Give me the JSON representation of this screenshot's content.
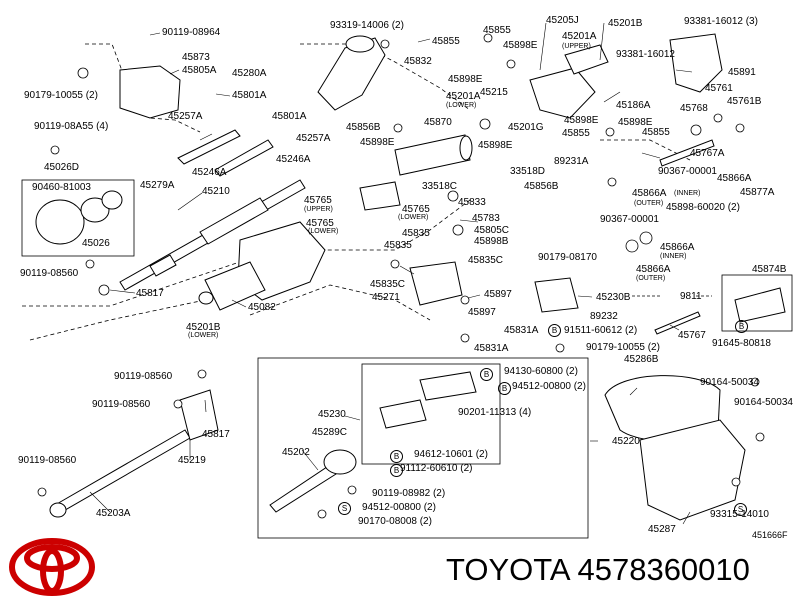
{
  "diagram_code": "451666F",
  "footer": {
    "caption": "TOYOTA 4578360010"
  },
  "logo": {
    "icon": "toyota-emblem-icon",
    "color": "#cc0000"
  },
  "parts": [
    {
      "id": "p-90119-08964",
      "text": "90119-08964"
    },
    {
      "id": "p-45873",
      "text": "45873"
    },
    {
      "id": "p-45805a",
      "text": "45805A"
    },
    {
      "id": "p-45280a",
      "text": "45280A"
    },
    {
      "id": "p-90179-10055-2-top",
      "text": "90179-10055 (2)"
    },
    {
      "id": "p-45801a-1",
      "text": "45801A"
    },
    {
      "id": "p-45801a-2",
      "text": "45801A"
    },
    {
      "id": "p-45257a-1",
      "text": "45257A"
    },
    {
      "id": "p-45257a-2",
      "text": "45257A"
    },
    {
      "id": "p-90119-08a55-4",
      "text": "90119-08A55 (4)"
    },
    {
      "id": "p-45026d",
      "text": "45026D"
    },
    {
      "id": "p-90460-81003",
      "text": "90460-81003"
    },
    {
      "id": "p-45026",
      "text": "45026"
    },
    {
      "id": "p-45246a-1",
      "text": "45246A"
    },
    {
      "id": "p-45246a-2",
      "text": "45246A"
    },
    {
      "id": "p-45279a",
      "text": "45279A"
    },
    {
      "id": "p-45210",
      "text": "45210"
    },
    {
      "id": "p-90119-08560-a",
      "text": "90119-08560"
    },
    {
      "id": "p-45817-1",
      "text": "45817"
    },
    {
      "id": "p-45082",
      "text": "45082"
    },
    {
      "id": "p-45201b-lower",
      "text": "45201B"
    },
    {
      "id": "p-93319-14006-2",
      "text": "93319-14006 (2)"
    },
    {
      "id": "p-45832",
      "text": "45832"
    },
    {
      "id": "p-45855-1",
      "text": "45855"
    },
    {
      "id": "p-45855-2",
      "text": "45855"
    },
    {
      "id": "p-45898e-1",
      "text": "45898E"
    },
    {
      "id": "p-45898e-2",
      "text": "45898E"
    },
    {
      "id": "p-45205j",
      "text": "45205J"
    },
    {
      "id": "p-45201a-upper",
      "text": "45201A"
    },
    {
      "id": "p-45201b-upper",
      "text": "45201B"
    },
    {
      "id": "p-93381-16012-3",
      "text": "93381-16012 (3)"
    },
    {
      "id": "p-93381-16012",
      "text": "93381-16012"
    },
    {
      "id": "p-45201a-lower",
      "text": "45201A"
    },
    {
      "id": "p-45215",
      "text": "45215"
    },
    {
      "id": "p-45201g",
      "text": "45201G"
    },
    {
      "id": "p-45891",
      "text": "45891"
    },
    {
      "id": "p-45761",
      "text": "45761"
    },
    {
      "id": "p-45186a",
      "text": "45186A"
    },
    {
      "id": "p-45768",
      "text": "45768"
    },
    {
      "id": "p-45761b",
      "text": "45761B"
    },
    {
      "id": "p-45856b",
      "text": "45856B"
    },
    {
      "id": "p-45870",
      "text": "45870"
    },
    {
      "id": "p-45898e-3",
      "text": "45898E"
    },
    {
      "id": "p-45898e-4",
      "text": "45898E"
    },
    {
      "id": "p-45898e-5",
      "text": "45898E"
    },
    {
      "id": "p-45898e-6",
      "text": "45898E"
    },
    {
      "id": "p-45855-3",
      "text": "45855"
    },
    {
      "id": "p-45855-4",
      "text": "45855"
    },
    {
      "id": "p-89231a",
      "text": "89231A"
    },
    {
      "id": "p-45767a",
      "text": "45767A"
    },
    {
      "id": "p-90367-00001-a",
      "text": "90367-00001"
    },
    {
      "id": "p-33518d",
      "text": "33518D"
    },
    {
      "id": "p-33518c",
      "text": "33518C"
    },
    {
      "id": "p-45856b-2",
      "text": "45856B"
    },
    {
      "id": "p-45866a-outer-1",
      "text": "45866A"
    },
    {
      "id": "p-45866a-inner-1",
      "text": "45866A"
    },
    {
      "id": "p-45877a",
      "text": "45877A"
    },
    {
      "id": "p-45898-60020-2",
      "text": "45898-60020 (2)"
    },
    {
      "id": "p-45765-upper",
      "text": "45765"
    },
    {
      "id": "p-45765-lower-1",
      "text": "45765"
    },
    {
      "id": "p-45765-lower-2",
      "text": "45765"
    },
    {
      "id": "p-45833",
      "text": "45833"
    },
    {
      "id": "p-45783",
      "text": "45783"
    },
    {
      "id": "p-45805c",
      "text": "45805C"
    },
    {
      "id": "p-45898b",
      "text": "45898B"
    },
    {
      "id": "p-45835-1",
      "text": "45835"
    },
    {
      "id": "p-45835-2",
      "text": "45835"
    },
    {
      "id": "p-45835c-1",
      "text": "45835C"
    },
    {
      "id": "p-45835c-2",
      "text": "45835C"
    },
    {
      "id": "p-90367-00001-b",
      "text": "90367-00001"
    },
    {
      "id": "p-45866a-inner-2",
      "text": "45866A"
    },
    {
      "id": "p-90179-08170",
      "text": "90179-08170"
    },
    {
      "id": "p-45866a-outer-2",
      "text": "45866A"
    },
    {
      "id": "p-45874b",
      "text": "45874B"
    },
    {
      "id": "p-45271",
      "text": "45271"
    },
    {
      "id": "p-45897-1",
      "text": "45897"
    },
    {
      "id": "p-45897-2",
      "text": "45897"
    },
    {
      "id": "p-45230b",
      "text": "45230B"
    },
    {
      "id": "p-9811",
      "text": "9811"
    },
    {
      "id": "p-89232",
      "text": "89232"
    },
    {
      "id": "p-91511-60612-2",
      "text": "91511-60612 (2)"
    },
    {
      "id": "p-45767",
      "text": "45767"
    },
    {
      "id": "p-91645-80818",
      "text": "91645-80818"
    },
    {
      "id": "p-45831a-1",
      "text": "45831A"
    },
    {
      "id": "p-45831a-2",
      "text": "45831A"
    },
    {
      "id": "p-90179-10055-2-bot",
      "text": "90179-10055 (2)"
    },
    {
      "id": "p-45286b",
      "text": "45286B"
    },
    {
      "id": "p-90119-08560-b",
      "text": "90119-08560"
    },
    {
      "id": "p-90119-08560-c",
      "text": "90119-08560"
    },
    {
      "id": "p-90119-08560-d",
      "text": "90119-08560"
    },
    {
      "id": "p-45817-2",
      "text": "45817"
    },
    {
      "id": "p-45219",
      "text": "45219"
    },
    {
      "id": "p-45203a",
      "text": "45203A"
    },
    {
      "id": "p-94130-60800-2",
      "text": "94130-60800 (2)"
    },
    {
      "id": "p-94512-00800-2-a",
      "text": "94512-00800 (2)"
    },
    {
      "id": "p-45230",
      "text": "45230"
    },
    {
      "id": "p-90201-11313-4",
      "text": "90201-11313 (4)"
    },
    {
      "id": "p-45289c",
      "text": "45289C"
    },
    {
      "id": "p-45202",
      "text": "45202"
    },
    {
      "id": "p-94612-10601-2",
      "text": "94612-10601 (2)"
    },
    {
      "id": "p-91112-60610-2",
      "text": "91112-60610 (2)"
    },
    {
      "id": "p-90119-08982-2",
      "text": "90119-08982 (2)"
    },
    {
      "id": "p-94512-00800-2-b",
      "text": "94512-00800 (2)"
    },
    {
      "id": "p-90170-08008-2",
      "text": "90170-08008 (2)"
    },
    {
      "id": "p-45220",
      "text": "45220"
    },
    {
      "id": "p-90164-50034-1",
      "text": "90164-50034"
    },
    {
      "id": "p-90164-50034-2",
      "text": "90164-50034"
    },
    {
      "id": "p-93315-14010",
      "text": "93315-14010"
    },
    {
      "id": "p-45287",
      "text": "45287"
    }
  ],
  "qualifiers": [
    {
      "id": "q-upper-1",
      "text": "(UPPER)"
    },
    {
      "id": "q-lower-1",
      "text": "(LOWER)"
    },
    {
      "id": "q-lower-2",
      "text": "(LOWER)"
    },
    {
      "id": "q-outer-1",
      "text": "(OUTER)"
    },
    {
      "id": "q-inner-1",
      "text": "(INNER)"
    },
    {
      "id": "q-upper-2",
      "text": "(UPPER)"
    },
    {
      "id": "q-lower-3",
      "text": "(LOWER)"
    },
    {
      "id": "q-lower-4",
      "text": "(LOWER)"
    },
    {
      "id": "q-inner-2",
      "text": "(INNER)"
    },
    {
      "id": "q-outer-2",
      "text": "(OUTER)"
    }
  ],
  "markers": [
    {
      "id": "m-b-1",
      "text": "B"
    },
    {
      "id": "m-b-2",
      "text": "B"
    },
    {
      "id": "m-b-3",
      "text": "B"
    },
    {
      "id": "m-b-4",
      "text": "B"
    },
    {
      "id": "m-b-5",
      "text": "B"
    },
    {
      "id": "m-b-6",
      "text": "B"
    },
    {
      "id": "m-s-1",
      "text": "S"
    },
    {
      "id": "m-s-2",
      "text": "S"
    }
  ]
}
